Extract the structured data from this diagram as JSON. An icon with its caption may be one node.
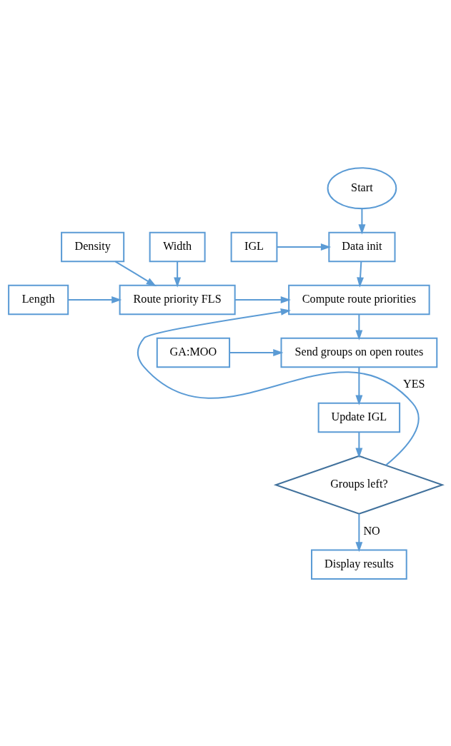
{
  "diagram": {
    "nodes": [
      {
        "text": [
          "Start"
        ]
      },
      {
        "text": [
          "Data init"
        ]
      },
      {
        "text": [
          "IGL"
        ]
      },
      {
        "text": [
          "Density"
        ]
      },
      {
        "text": [
          "Compute route priorities"
        ]
      },
      {
        "text": [
          "Route priority FLS"
        ]
      },
      {
        "text": [
          "Length"
        ]
      },
      {
        "text": [
          "Send groups on open routes"
        ]
      },
      {
        "text": [
          "GA:MOO"
        ]
      },
      {
        "text": [
          "Width"
        ]
      },
      {
        "text": [
          "Update IGL"
        ]
      },
      {
        "text": [
          "Groups left?"
        ]
      },
      {
        "text": [
          "Display results"
        ]
      }
    ],
    "edges": [
      {
        "from": 0,
        "to": 1,
        "arrow": "to"
      },
      {
        "from": 2,
        "to": 1,
        "arrow": "to"
      },
      {
        "from": 1,
        "to": 4,
        "arrow": "to"
      },
      {
        "from": 3,
        "to": 5,
        "arrow": "to"
      },
      {
        "from": 6,
        "to": 5,
        "arrow": "to"
      },
      {
        "from": 9,
        "to": 5,
        "arrow": "to"
      },
      {
        "from": 5,
        "to": 4,
        "arrow": "to"
      },
      {
        "from": 4,
        "to": 7,
        "arrow": "to"
      },
      {
        "from": 8,
        "to": 7,
        "arrow": "to"
      },
      {
        "from": 7,
        "to": 10,
        "arrow": "to"
      },
      {
        "from": 10,
        "to": 11,
        "arrow": "to"
      },
      {
        "from": 11,
        "to": 4,
        "arrow": "to",
        "label": "YES"
      },
      {
        "from": 11,
        "to": 12,
        "arrow": "to",
        "label": "NO"
      }
    ]
  }
}
